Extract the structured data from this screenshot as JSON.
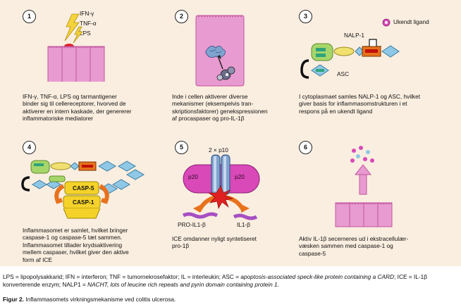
{
  "panels": [
    {
      "number": "1",
      "labels": [
        "IFN-γ",
        "TNF-α",
        "LPS"
      ],
      "caption": "IFN-γ, TNF-α, LPS og tarmantigener\nbinder sig til cellereceptorer, hvorved de\naktiverer en intern kaskade, der genererer\ninflammatoriske mediatorer"
    },
    {
      "number": "2",
      "caption": "Inde i cellen aktiverer diverse\nmekanismer (eksempelvis tran-\nskriptionsfaktorer) genekspressionen\naf procaspaser og pro-IL-1β"
    },
    {
      "number": "3",
      "labels": {
        "ligand": "Ukendt ligand",
        "nalp1": "NALP-1",
        "asc": "ASC"
      },
      "caption": "I cytoplasmaet samles NALP-1 og ASC, hvilket\ngiver basis for inflammasomstrukturen i et\nrespons på en ukendt ligand"
    },
    {
      "number": "4",
      "labels": {
        "casp5": "CASP-5",
        "casp1": "CASP-1"
      },
      "caption": "Inflammasomet er samlet, hvilket bringer\ncaspase-1 og caspase-5 tæt sammen.\nInflammasomet tillader krydsaktivering\nmellem caspaser, hvilket giver den aktive\nform af ICE"
    },
    {
      "number": "5",
      "labels": {
        "p10": "2 × p10",
        "p20_left": "p20",
        "p20_right": "p20",
        "pro": "PRO-IL1-β",
        "il1": "IL1-β"
      },
      "caption": "ICE omdanner nyligt syntetiseret\npro-1β"
    },
    {
      "number": "6",
      "caption": "Aktiv IL-1β secerneres ud i ekstracellulær-\nvæsken sammen med caspase-1 og\ncaspase-5"
    }
  ],
  "footer": {
    "abbreviations_part1": "LPS = lipopolysakkarid; IFN = interferon; TNF = tumornekrosefaktor; IL = interleukin; ASC = ",
    "abbreviations_asc": "apoptosis-associated speck-like protein containing a CARD",
    "abbreviations_part2": "; ICE = IL-1β konverterende enzym;  NALP1 = ",
    "abbreviations_nalp": "NACHT, lots of leucine rich repeats and pyrin domain containing protein 1.",
    "figure_label": "Figur 2.",
    "figure_title": "Inflammasomets virkningsmekanisme ved colitis ulcerosa."
  },
  "colors": {
    "background": "#faeee0",
    "cell_pink": "#e89bd0",
    "cell_border": "#c0559e",
    "nalp_green": "#a6d66a",
    "asc_blue": "#8fc8e6",
    "orange": "#e8721c",
    "yellow_casp": "#f5d22a",
    "lightning": "#f4d23a",
    "p20_magenta": "#d949b8",
    "p10_blue": "#7fa3cf",
    "purple_chain": "#a64fc2"
  }
}
